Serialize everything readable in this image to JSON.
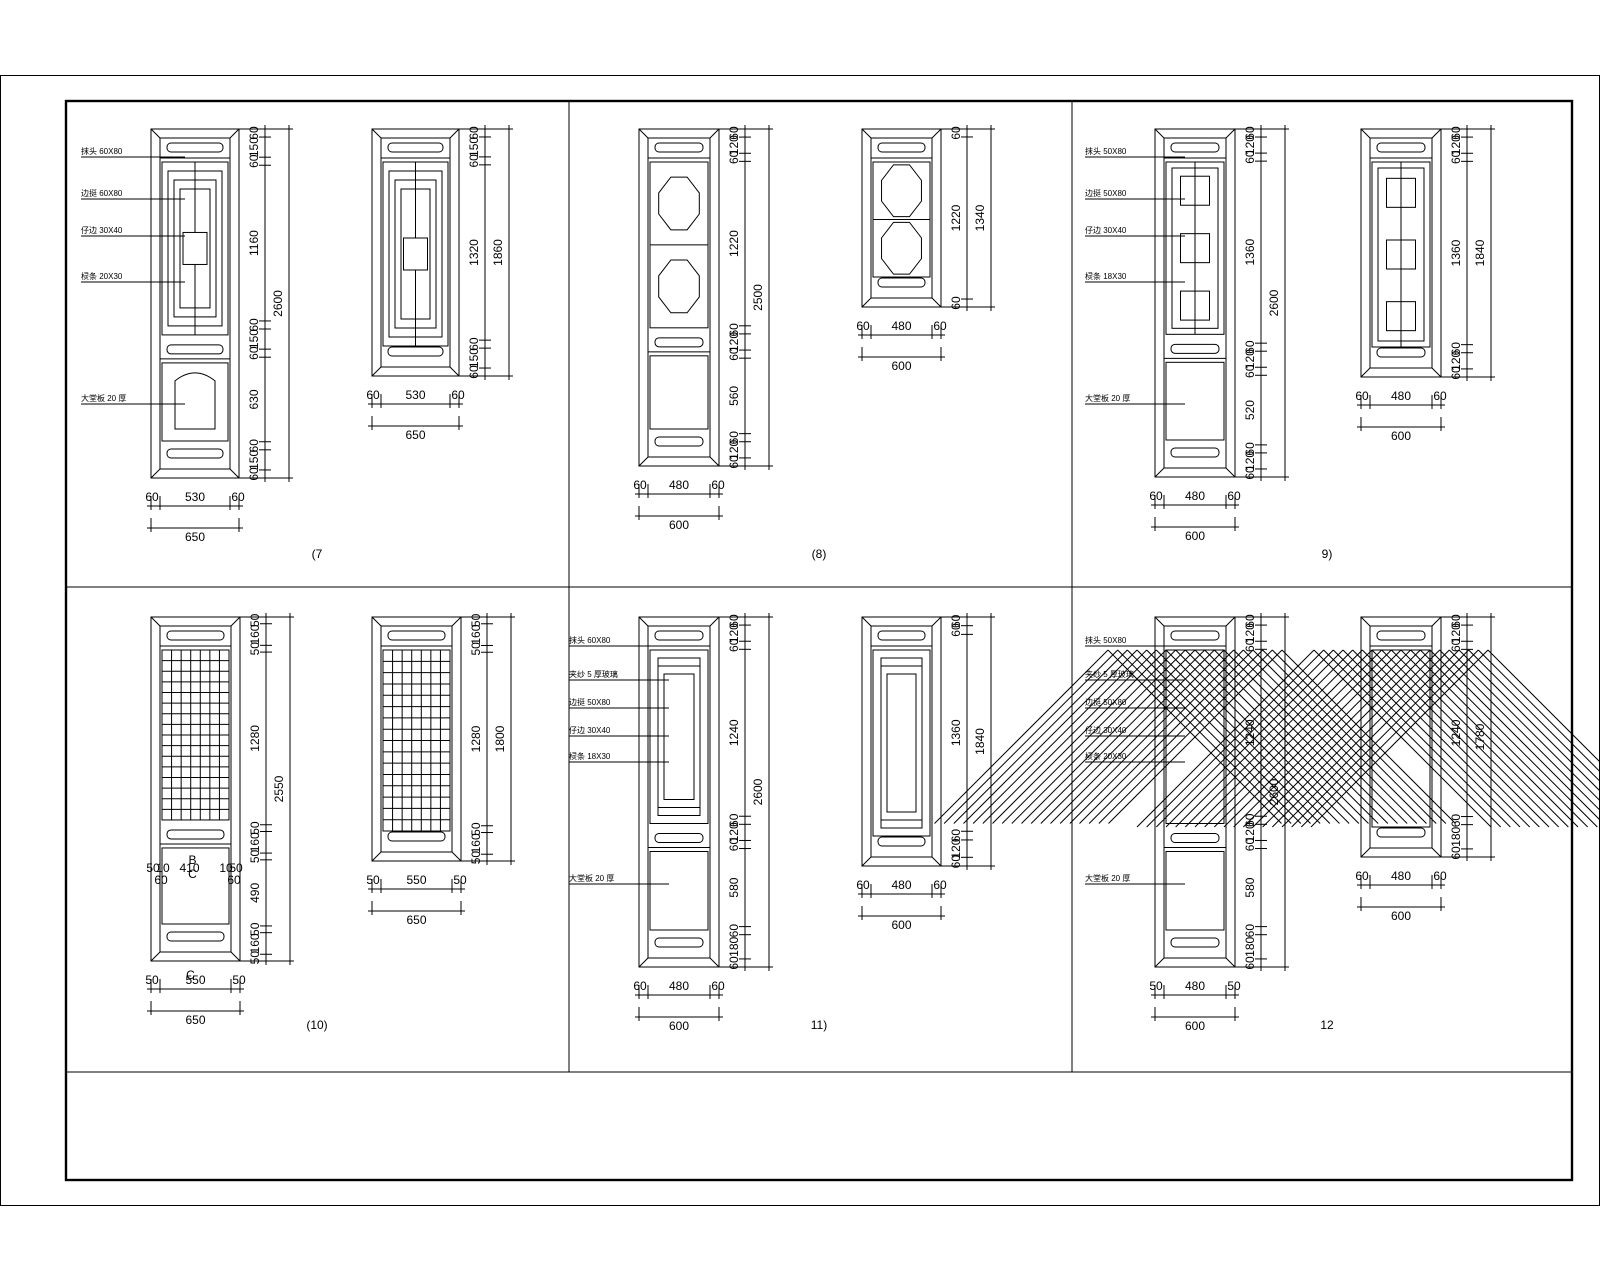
{
  "panels": [
    {
      "caption": "(7",
      "doors": [
        {
          "left_dims": [
            "60",
            "530",
            "60"
          ],
          "width_dim": "650",
          "right_dims": [
            "60",
            "150",
            "60",
            "1160",
            "60",
            "150",
            "60",
            "630",
            "60",
            "150",
            "60"
          ],
          "right_totals": [
            "2600"
          ],
          "notes": [
            "抹头 60X80",
            "边挺 60X80",
            "仔边 30X40",
            "棂条 20X30",
            "大堂板 20 厚"
          ],
          "letters": []
        },
        {
          "left_dims": [
            "60",
            "530",
            "60"
          ],
          "width_dim": "650",
          "right_dims": [
            "60",
            "150",
            "60",
            "1320",
            "60",
            "150",
            "60"
          ],
          "right_totals": [
            "1860"
          ],
          "notes": [],
          "letters": []
        }
      ]
    },
    {
      "caption": "(8)",
      "doors": [
        {
          "left_dims": [
            "60",
            "480",
            "60"
          ],
          "width_dim": "600",
          "right_dims": [
            "60",
            "120",
            "60",
            "1220",
            "60",
            "120",
            "60",
            "560",
            "60",
            "120",
            "60"
          ],
          "right_totals": [
            "2500"
          ],
          "notes": [],
          "letters": []
        },
        {
          "left_dims": [
            "60",
            "480",
            "60"
          ],
          "width_dim": "600",
          "right_dims": [
            "60",
            "1220",
            "60"
          ],
          "right_totals": [
            "1340"
          ],
          "notes": [],
          "letters": []
        }
      ]
    },
    {
      "caption": "9)",
      "doors": [
        {
          "left_dims": [
            "60",
            "480",
            "60"
          ],
          "width_dim": "600",
          "right_dims": [
            "60",
            "120",
            "60",
            "1360",
            "60",
            "120",
            "60",
            "520",
            "60",
            "120",
            "60"
          ],
          "right_totals": [
            "2600"
          ],
          "notes": [
            "抹头 50X80",
            "边挺 50X80",
            "仔边 30X40",
            "棂条 18X30",
            "大堂板 20 厚"
          ],
          "letters": []
        },
        {
          "left_dims": [
            "60",
            "480",
            "60"
          ],
          "width_dim": "600",
          "right_dims": [
            "60",
            "120",
            "60",
            "1360",
            "60",
            "120",
            "60"
          ],
          "right_totals": [
            "1840"
          ],
          "notes": [],
          "letters": []
        }
      ]
    },
    {
      "caption": "(10)",
      "doors": [
        {
          "left_dims": [
            "50",
            "550",
            "50"
          ],
          "width_dim": "650",
          "right_dims": [
            "50",
            "160",
            "50",
            "1280",
            "50",
            "160",
            "50",
            "490",
            "50",
            "160",
            "50"
          ],
          "right_totals": [
            "2550"
          ],
          "notes": [],
          "letters": [
            "B",
            "C",
            "C"
          ],
          "inner_dims": [
            "50",
            "10",
            "410",
            "10",
            "50"
          ],
          "inner_dims2": [
            "60",
            "60"
          ]
        },
        {
          "left_dims": [
            "50",
            "550",
            "50"
          ],
          "width_dim": "650",
          "right_dims": [
            "50",
            "160",
            "50",
            "1280",
            "50",
            "160",
            "50"
          ],
          "right_totals": [
            "1800"
          ],
          "notes": [],
          "letters": []
        }
      ]
    },
    {
      "caption": "11)",
      "doors": [
        {
          "left_dims": [
            "60",
            "480",
            "60"
          ],
          "width_dim": "600",
          "right_dims": [
            "60",
            "120",
            "60",
            "1240",
            "60",
            "120",
            "60",
            "580",
            "60",
            "180",
            "60"
          ],
          "right_totals": [
            "2600"
          ],
          "notes": [
            "抹头 60X80",
            "夹纱 5 厚玻璃",
            "边挺 50X80",
            "仔边 30X40",
            "棂条 18X30",
            "大堂板 20 厚"
          ],
          "letters": []
        },
        {
          "left_dims": [
            "60",
            "480",
            "60"
          ],
          "width_dim": "600",
          "right_dims": [
            "60",
            "60",
            "1360",
            "60",
            "120",
            "60"
          ],
          "right_totals": [
            "1840"
          ],
          "notes": [],
          "letters": []
        }
      ]
    },
    {
      "caption": "12",
      "doors": [
        {
          "left_dims": [
            "50",
            "480",
            "50"
          ],
          "width_dim": "600",
          "right_dims": [
            "60",
            "120",
            "60",
            "1240",
            "60",
            "120",
            "60",
            "580",
            "60",
            "180",
            "60"
          ],
          "right_totals": [
            "2600"
          ],
          "notes": [
            "抹头 50X80",
            "夹纱 5 厚玻璃",
            "边挺 50X80",
            "仔边 30X40",
            "棂条 20X30",
            "大堂板 20 厚"
          ],
          "letters": []
        },
        {
          "left_dims": [
            "60",
            "480",
            "60"
          ],
          "width_dim": "600",
          "right_dims": [
            "60",
            "120",
            "60",
            "1240",
            "60",
            "180",
            "60"
          ],
          "right_totals": [
            "1780"
          ],
          "notes": [],
          "letters": []
        }
      ]
    }
  ]
}
